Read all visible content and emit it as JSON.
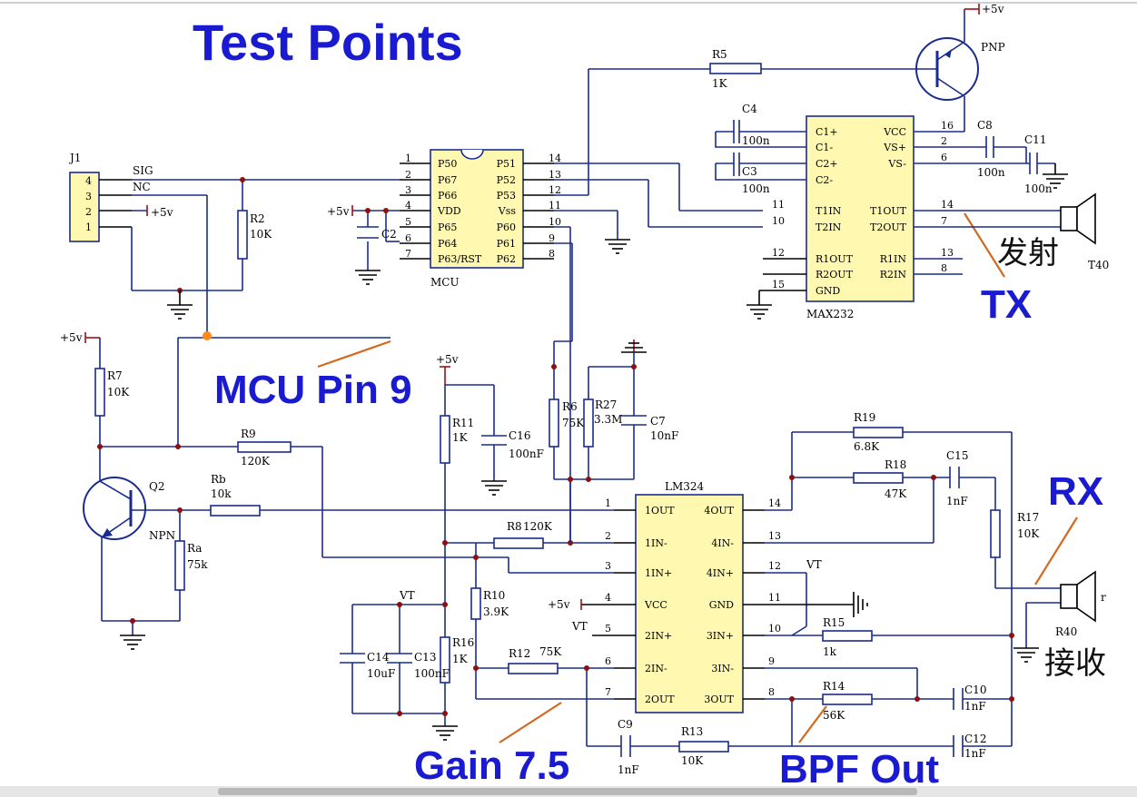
{
  "annotations": {
    "title": "Test Points",
    "mcu_pin": "MCU Pin 9",
    "tx": "TX",
    "rx": "RX",
    "gain": "Gain 7.5",
    "bpf": "BPF Out",
    "transmit_cn": "发射",
    "receive_cn": "接收"
  },
  "supply": {
    "v5": "+5v",
    "vt": "VT"
  },
  "connector": {
    "ref": "J1",
    "pins": [
      "4",
      "3",
      "2",
      "1"
    ],
    "sig": "SIG",
    "nc": "NC"
  },
  "mcu": {
    "name": "MCU",
    "left_pins": [
      "P50",
      "P67",
      "P66",
      "VDD",
      "P65",
      "P64",
      "P63/RST"
    ],
    "left_nums": [
      "1",
      "2",
      "3",
      "4",
      "5",
      "6",
      "7"
    ],
    "right_pins": [
      "P51",
      "P52",
      "P53",
      "Vss",
      "P60",
      "P61",
      "P62"
    ],
    "right_nums": [
      "14",
      "13",
      "12",
      "11",
      "10",
      "9",
      "8"
    ]
  },
  "max232": {
    "name": "MAX232",
    "left_pins": [
      "C1+",
      "C1-",
      "C2+",
      "C2-",
      "T1IN",
      "T2IN",
      "R1OUT",
      "R2OUT",
      "GND"
    ],
    "left_nums": [
      "11",
      "10",
      "12",
      "",
      "15"
    ],
    "right_pins": [
      "VCC",
      "VS+",
      "VS-",
      "T1OUT",
      "T2OUT",
      "R1IN",
      "R2IN"
    ],
    "right_nums": [
      "16",
      "2",
      "6",
      "14",
      "7",
      "13",
      "8"
    ]
  },
  "lm324": {
    "name": "LM324",
    "left_pins": [
      "1OUT",
      "1IN-",
      "1IN+",
      "VCC",
      "2IN+",
      "2IN-",
      "2OUT"
    ],
    "left_nums": [
      "1",
      "2",
      "3",
      "4",
      "5",
      "6",
      "7"
    ],
    "right_pins": [
      "4OUT",
      "4IN-",
      "4IN+",
      "GND",
      "3IN+",
      "3IN-",
      "3OUT"
    ],
    "right_nums": [
      "14",
      "13",
      "12",
      "11",
      "10",
      "9",
      "8"
    ]
  },
  "parts": {
    "R2": "R2",
    "R2v": "10K",
    "R5": "R5",
    "R5v": "1K",
    "C4": "C4",
    "C4v": "100n",
    "C3": "C3",
    "C3v": "100n",
    "C8": "C8",
    "C8v": "100n",
    "C11": "C11",
    "C11v": "100n",
    "C2": "C2",
    "PNP": "PNP",
    "T40": "T40",
    "R7": "R7",
    "R7v": "10K",
    "R9": "R9",
    "R9v": "120K",
    "Rb": "Rb",
    "Rbv": "10k",
    "Q2": "Q2",
    "NPN": "NPN",
    "Ra": "Ra",
    "Rav": "75k",
    "R11": "R11",
    "R11v": "1K",
    "C16": "C16",
    "C16v": "100nF",
    "R6": "R6",
    "R6v": "75K",
    "R27": "R27",
    "R27v": "3.3M",
    "C7": "C7",
    "C7v": "10nF",
    "R8": "R8",
    "R8v": "120K",
    "R10": "R10",
    "R10v": "3.9K",
    "C14": "C14",
    "C14v": "10uF",
    "C13": "C13",
    "C13v": "100nF",
    "R16": "R16",
    "R16v": "1K",
    "R12": "R12",
    "R12v": "75K",
    "C9": "C9",
    "C9v": "1nF",
    "R13": "R13",
    "R13v": "10K",
    "R19": "R19",
    "R19v": "6.8K",
    "R18": "R18",
    "R18v": "47K",
    "C15": "C15",
    "C15v": "1nF",
    "R17": "R17",
    "R17v": "10K",
    "R15": "R15",
    "R15v": "1k",
    "R14": "R14",
    "R14v": "56K",
    "C10": "C10",
    "C10v": "1nF",
    "C12": "C12",
    "C12v": "1nF",
    "R40": "R40",
    "r": "r"
  }
}
